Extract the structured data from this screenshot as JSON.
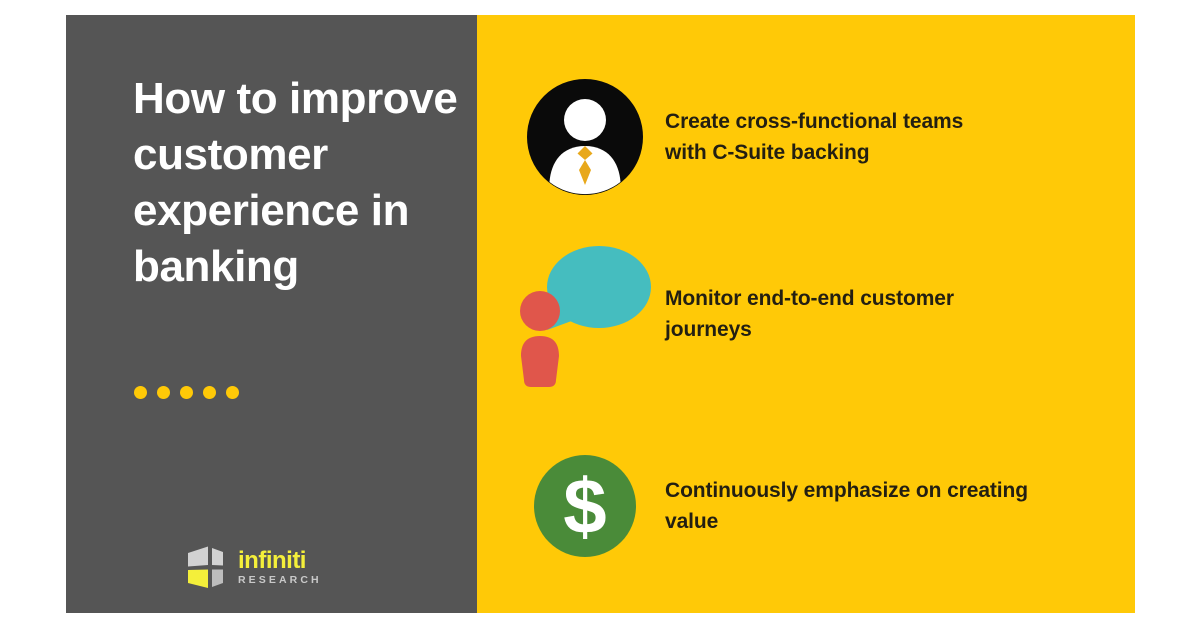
{
  "theme": {
    "panel_dark": "#555555",
    "panel_yellow": "#FFC907",
    "accent_yellow": "#FFC907",
    "text_light": "#FFFFFF",
    "text_dark": "#231F12",
    "icon_black": "#0A0A0A",
    "icon_tie_gold": "#E8A81B",
    "icon_coral": "#E0564B",
    "icon_teal": "#45BDBF",
    "icon_green": "#4A8B39",
    "logo_yellow": "#F4EF3A",
    "logo_gray": "#C9C9C9"
  },
  "left": {
    "title": "How to improve customer experience in banking",
    "dots_count": 5,
    "logo": {
      "word": "infiniti",
      "sub": "RESEARCH"
    }
  },
  "right": {
    "items": [
      {
        "icon": "person-in-suit-icon",
        "text": "Create cross-functional teams with C-Suite backing"
      },
      {
        "icon": "person-speech-bubble-icon",
        "text": "Monitor end-to-end customer journeys"
      },
      {
        "icon": "dollar-circle-icon",
        "text": "Continuously emphasize on creating value"
      }
    ]
  }
}
